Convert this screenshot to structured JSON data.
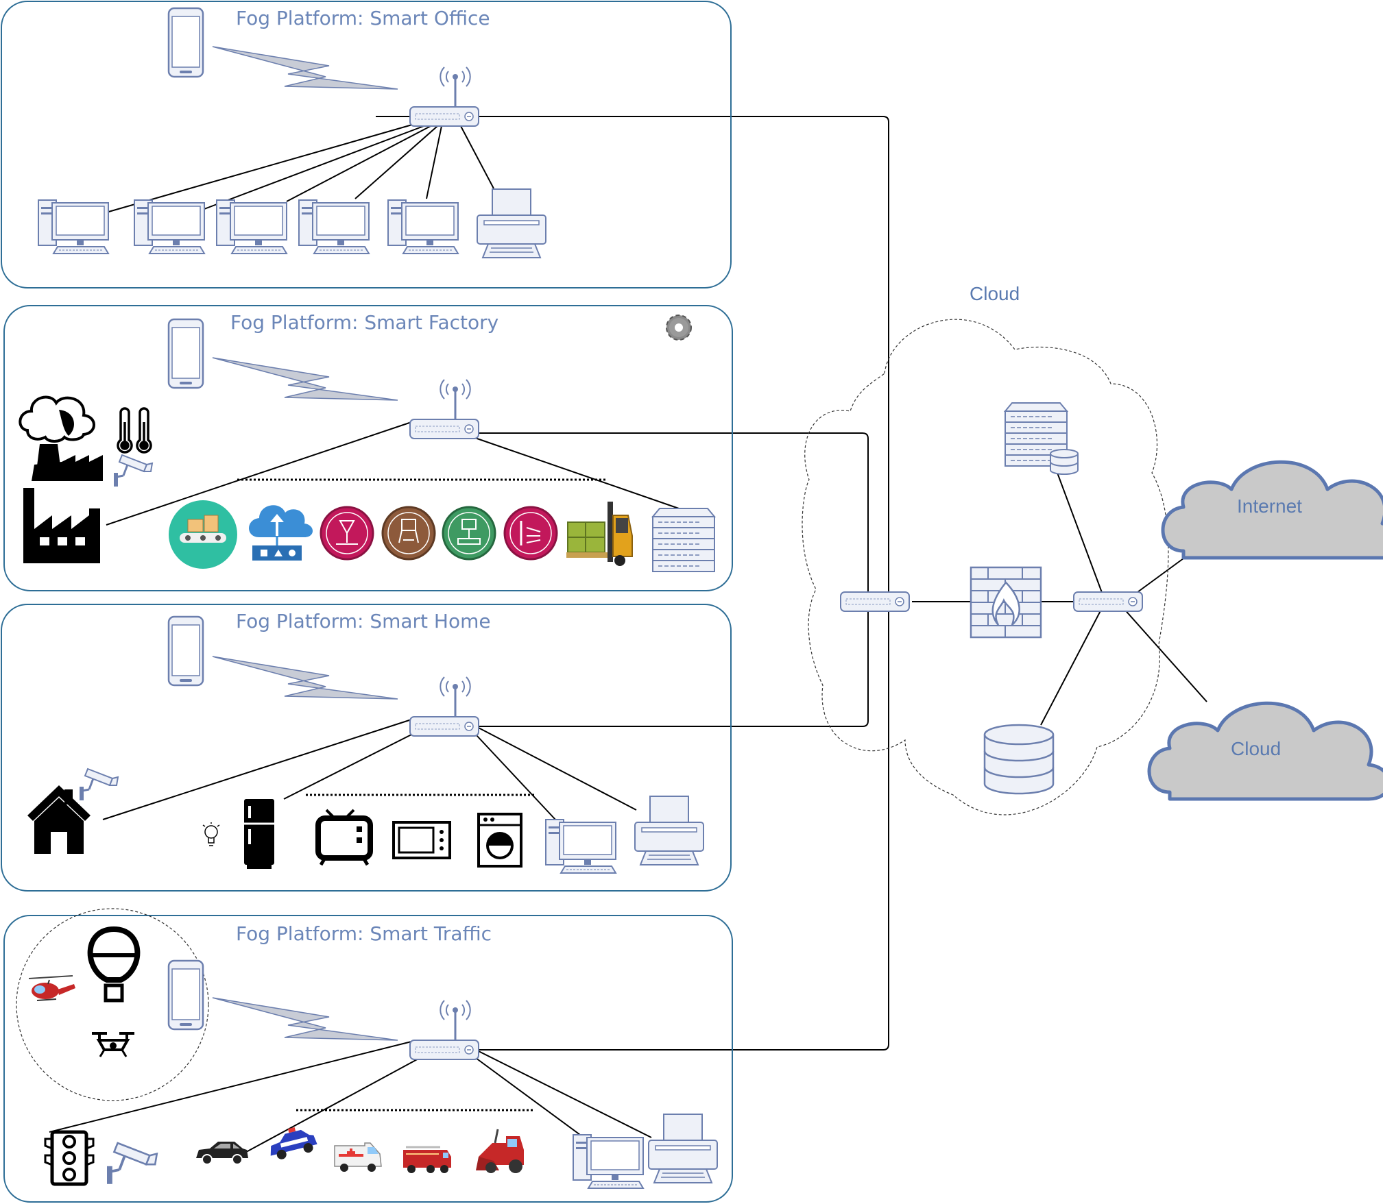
{
  "platforms": {
    "office": {
      "title": "Fog Platform: Smart Office"
    },
    "factory": {
      "title": "Fog Platform: Smart Factory"
    },
    "home": {
      "title": "Fog Platform: Smart Home"
    },
    "traffic": {
      "title": "Fog Platform: Smart Traffic"
    }
  },
  "core": {
    "cloud_label": "Cloud",
    "internet_label": "Internet",
    "cloud2_label": "Cloud"
  },
  "colors": {
    "box_border": "#2e6e96",
    "device_fill": "#eef1f8",
    "device_stroke": "#6c7fae",
    "title_text": "#6b86b8",
    "cloud_fill": "#c9c9c9",
    "cloud_stroke": "#5b77b0"
  }
}
